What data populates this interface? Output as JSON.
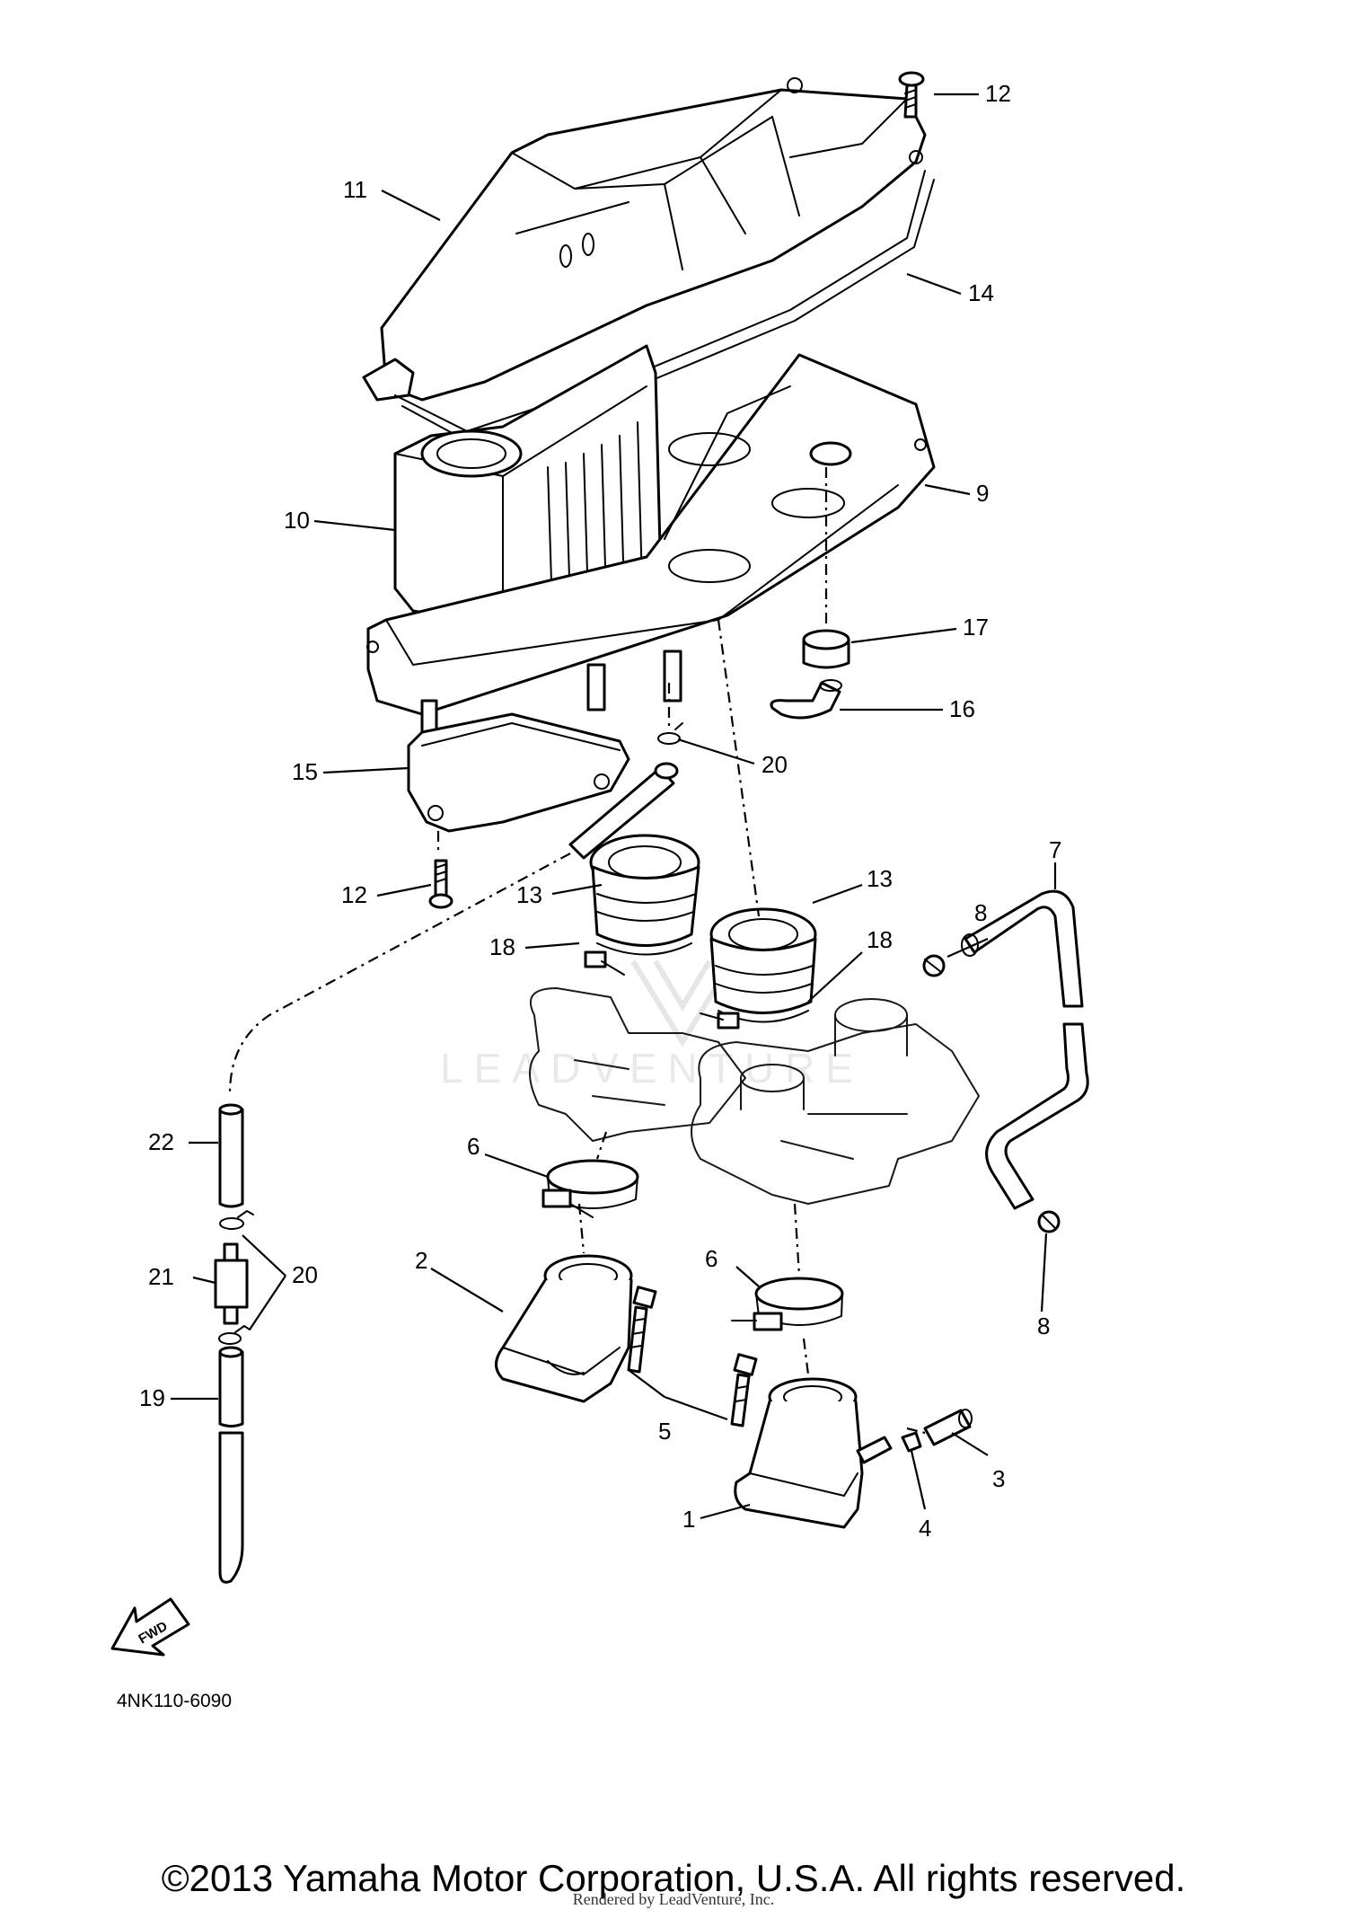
{
  "diagram": {
    "part_code": "4NK110-6090",
    "fwd_label": "FWD",
    "watermark": "LEADVENTURE",
    "callouts": [
      "1",
      "2",
      "3",
      "4",
      "5",
      "6",
      "6",
      "7",
      "8",
      "8",
      "9",
      "10",
      "11",
      "12",
      "12",
      "13",
      "13",
      "14",
      "15",
      "16",
      "17",
      "18",
      "18",
      "19",
      "20",
      "20",
      "21",
      "22"
    ]
  },
  "footer": {
    "copyright": "©2013 Yamaha Motor Corporation, U.S.A. All rights reserved.",
    "rendered_by": "Rendered by LeadVenture, Inc."
  }
}
